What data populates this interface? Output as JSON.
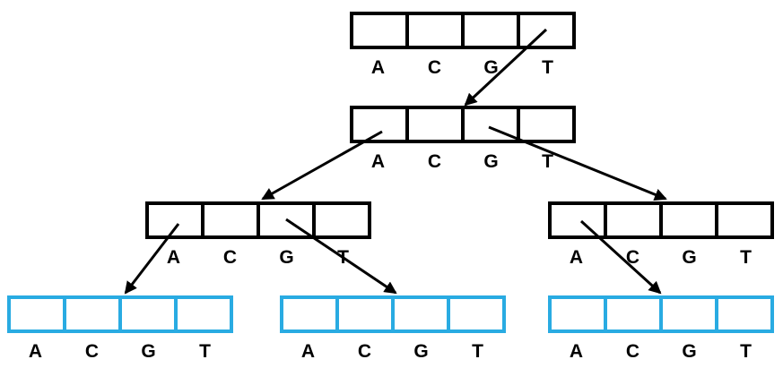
{
  "diagram": {
    "type": "tree",
    "alphabet": [
      "A",
      "C",
      "G",
      "T"
    ],
    "colors": {
      "internal_node_border": "#000000",
      "leaf_node_border": "#29ABE2",
      "edge": "#000000",
      "background": "#FFFFFF",
      "label_text": "#000000"
    },
    "nodes": [
      {
        "id": "root",
        "level": 0,
        "style": "black",
        "labels": [
          "A",
          "C",
          "G",
          "T"
        ]
      },
      {
        "id": "internal-1",
        "level": 1,
        "style": "black",
        "labels": [
          "A",
          "C",
          "G",
          "T"
        ]
      },
      {
        "id": "internal-2-left",
        "level": 2,
        "style": "black",
        "labels": [
          "A",
          "C",
          "G",
          "T"
        ]
      },
      {
        "id": "internal-2-right",
        "level": 2,
        "style": "black",
        "labels": [
          "A",
          "C",
          "G",
          "T"
        ]
      },
      {
        "id": "leaf-left",
        "level": 3,
        "style": "blue",
        "labels": [
          "A",
          "C",
          "G",
          "T"
        ]
      },
      {
        "id": "leaf-center",
        "level": 3,
        "style": "blue",
        "labels": [
          "A",
          "C",
          "G",
          "T"
        ]
      },
      {
        "id": "leaf-right",
        "level": 3,
        "style": "blue",
        "labels": [
          "A",
          "C",
          "G",
          "T"
        ]
      }
    ],
    "edges": [
      {
        "from": "root",
        "from_slot": "T",
        "to": "internal-1"
      },
      {
        "from": "internal-1",
        "from_slot": "A",
        "to": "internal-2-left"
      },
      {
        "from": "internal-1",
        "from_slot": "G",
        "to": "internal-2-right"
      },
      {
        "from": "internal-2-left",
        "from_slot": "A",
        "to": "leaf-left"
      },
      {
        "from": "internal-2-left",
        "from_slot": "G",
        "to": "leaf-center"
      },
      {
        "from": "internal-2-right",
        "from_slot": "A",
        "to": "leaf-right"
      }
    ]
  }
}
